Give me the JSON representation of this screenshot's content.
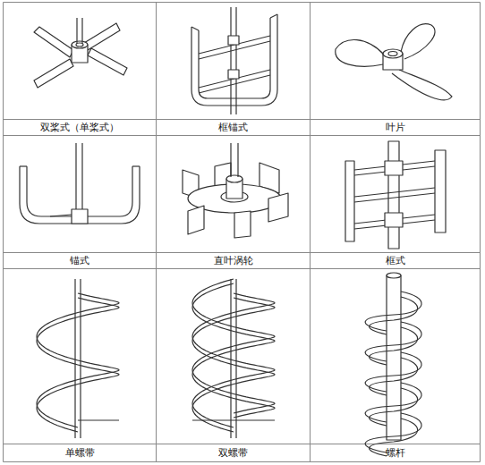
{
  "diagram": {
    "labels": [
      "双桨式（单桨式）",
      "框锚式",
      "叶片",
      "锚式",
      "直叶涡轮",
      "框式",
      "单螺带",
      "双螺带",
      "螺杆"
    ]
  }
}
